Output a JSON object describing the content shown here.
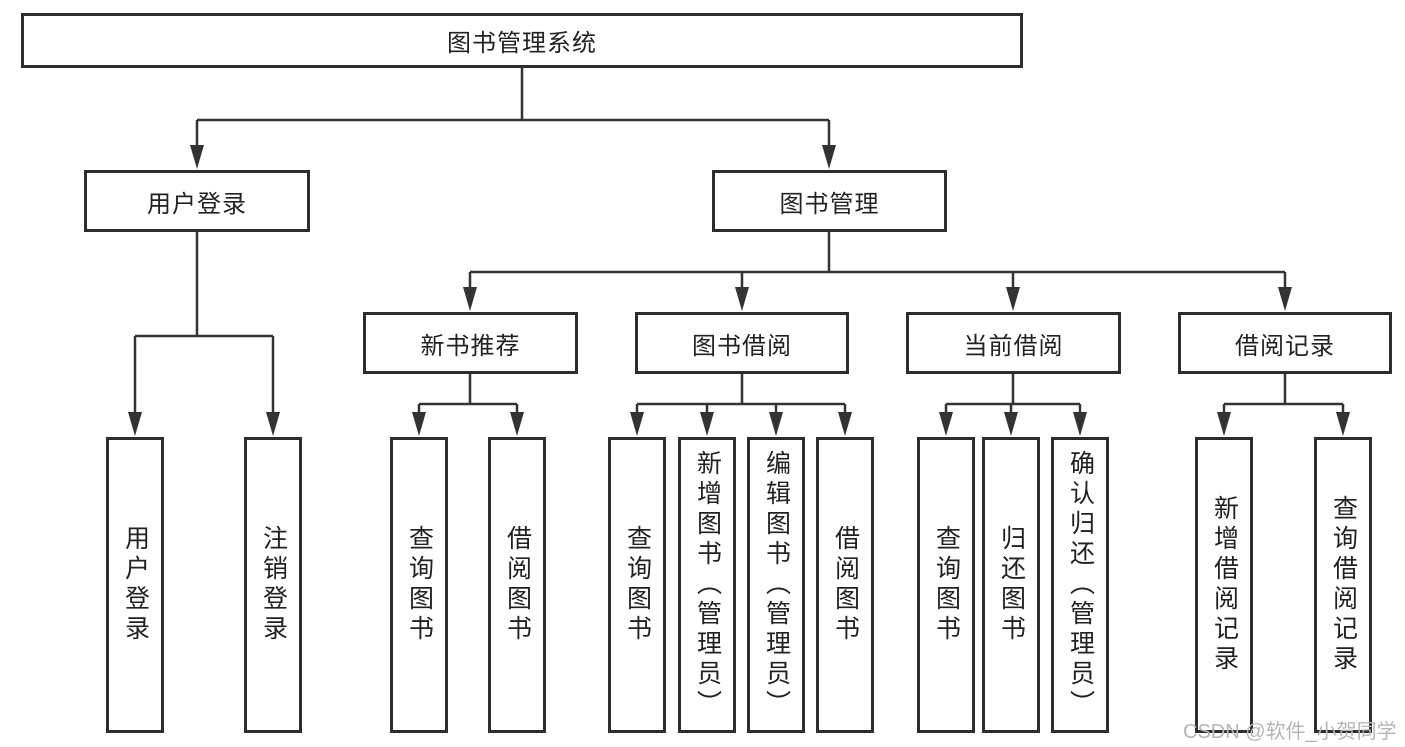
{
  "diagram": {
    "root": {
      "label": "图书管理系统"
    },
    "level1": [
      {
        "label": "用户登录"
      },
      {
        "label": "图书管理"
      }
    ],
    "level2": [
      {
        "label": "新书推荐"
      },
      {
        "label": "图书借阅"
      },
      {
        "label": "当前借阅"
      },
      {
        "label": "借阅记录"
      }
    ],
    "leaves": {
      "user_login": [
        "用户登录",
        "注销登录"
      ],
      "new_book": [
        "查询图书",
        "借阅图书"
      ],
      "book_borrow": [
        "查询图书",
        "新增图书（管理员）",
        "编辑图书（管理员）",
        "借阅图书"
      ],
      "current_borrow": [
        "查询图书",
        "归还图书",
        "确认归还（管理员）"
      ],
      "records": [
        "新增借阅记录",
        "查询借阅记录"
      ]
    }
  },
  "watermark": {
    "text": "CSDN @软件_小贺同学"
  },
  "colors": {
    "line": "#333333",
    "border": "#2d2d2d",
    "text": "#222222",
    "watermark": "#b5b5b5",
    "background": "#ffffff"
  }
}
